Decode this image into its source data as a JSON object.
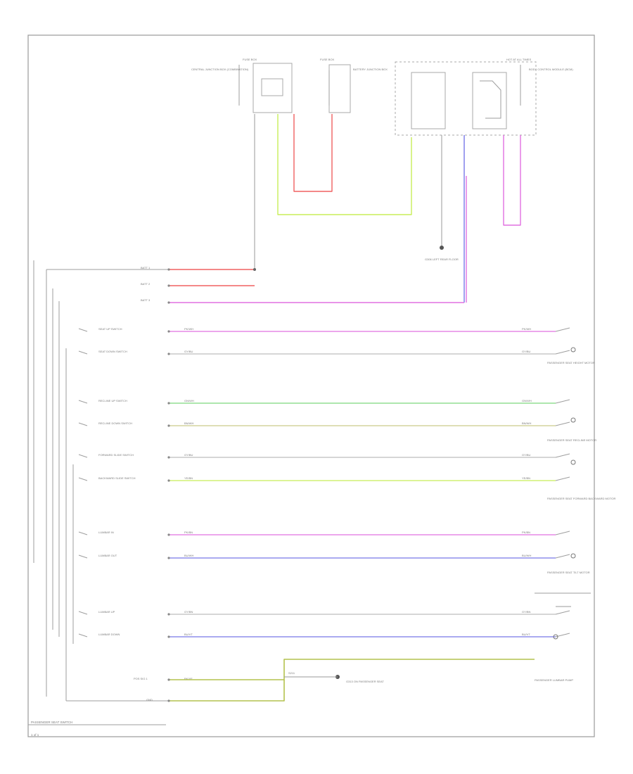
{
  "diagram": {
    "title": "PASSENGER SEAT SWITCH",
    "caption": "1 of 1",
    "colors": {
      "red": "#f06060",
      "magenta": "#e070e0",
      "yellowgreen": "#c8ee58",
      "green": "#7cd67c",
      "olive": "#c9c98a",
      "blue": "#7878e8",
      "gray": "#9a9a9a",
      "lightgray": "#bdbdbd",
      "olivegreen": "#b4c24e"
    },
    "top_blocks": [
      {
        "label": "FUSE BOX",
        "desc": "CENTRAL JUNCTION BOX (COMBINATION)"
      },
      {
        "label": "FUSE BOX",
        "desc": "BATTERY JUNCTION BOX"
      },
      {
        "label": "HOT AT ALL TIMES",
        "desc": "BODY CONTROL MODULE (BCM)"
      }
    ],
    "ground_label": "G306 LEFT REAR FLOOR",
    "left_pins": [
      {
        "id": "feed1",
        "label": "BATT 1"
      },
      {
        "id": "feed2",
        "label": "BATT 2"
      },
      {
        "id": "feed3",
        "label": "BATT 3"
      }
    ],
    "circuits": [
      {
        "id": "c1",
        "label": "SEAT UP SWITCH",
        "wire": "PK/WH",
        "color_key": "magenta"
      },
      {
        "id": "c2",
        "label": "SEAT DOWN SWITCH",
        "wire": "GY/BU",
        "color_key": "lightgray"
      },
      {
        "id": "c3",
        "label": "RECLINE UP SWITCH",
        "wire": "GN/WH",
        "color_key": "green"
      },
      {
        "id": "c4",
        "label": "RECLINE DOWN SWITCH",
        "wire": "BN/WH",
        "color_key": "olive"
      },
      {
        "id": "c5",
        "label": "FORWARD SLIDE SWITCH",
        "wire": "GY/BU",
        "color_key": "lightgray"
      },
      {
        "id": "c6",
        "label": "BACKWARD SLIDE SWITCH",
        "wire": "YE/BN",
        "color_key": "yellowgreen"
      },
      {
        "id": "c7",
        "label": "LUMBAR IN",
        "wire": "PK/BN",
        "color_key": "magenta"
      },
      {
        "id": "c8",
        "label": "LUMBAR OUT",
        "wire": "BU/WH",
        "color_key": "blue"
      },
      {
        "id": "c9",
        "label": "LUMBAR UP",
        "wire": "GY/BN",
        "color_key": "lightgray"
      },
      {
        "id": "c10",
        "label": "LUMBAR DOWN",
        "wire": "BU/VT",
        "color_key": "blue"
      }
    ],
    "motors": [
      {
        "label": "PASSENGER SEAT HEIGHT MOTOR"
      },
      {
        "label": "PASSENGER SEAT RECLINE MOTOR"
      },
      {
        "label": "PASSENGER SEAT FORWARD BACKWARD MOTOR"
      },
      {
        "label": "PASSENGER SEAT TILT MOTOR"
      },
      {
        "label": "PASSENGER LUMBAR PUMP"
      }
    ],
    "bottom": {
      "pin_label": "POS SIG 1",
      "wire": "BK/YE",
      "ground_pin": "GND",
      "ground_ref": "G313 ON PASSENGER SEAT",
      "splice": "S211"
    }
  }
}
